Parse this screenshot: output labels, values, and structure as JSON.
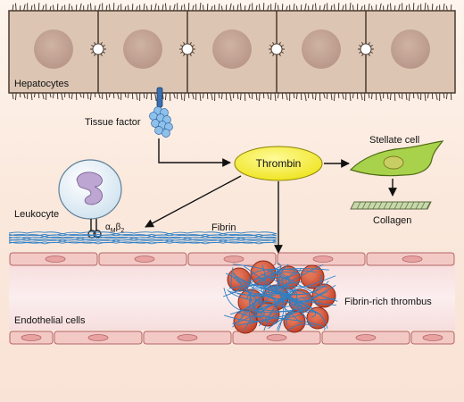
{
  "labels": {
    "hepatocytes": "Hepatocytes",
    "tissue_factor": "Tissue factor",
    "thrombin": "Thrombin",
    "stellate_cell": "Stellate cell",
    "collagen": "Collagen",
    "leukocyte": "Leukocyte",
    "integrin_alpha": "α",
    "integrin_alpha_sub": "M",
    "integrin_beta": "β",
    "integrin_beta_sub": "2",
    "fibrin": "Fibrin",
    "endothelial_cells": "Endothelial cells",
    "fibrin_rich_thrombus": "Fibrin-rich thrombus"
  },
  "colors": {
    "hepatocyte_fill": "#d9c3b0",
    "hepatocyte_nucleus": "#c6a796",
    "thrombin_fill": "#f2ec1f",
    "stellate_fill": "#a6d24a",
    "leukocyte_fill": "#dcecf6",
    "leukocyte_nucleus": "#bca7cf",
    "fibrin_strand": "#2f7fc4",
    "rbc_fill": "#d85a3a",
    "endothelium_fill": "#f3c9c6",
    "tissue_factor_fill": "#7fb6e3"
  }
}
